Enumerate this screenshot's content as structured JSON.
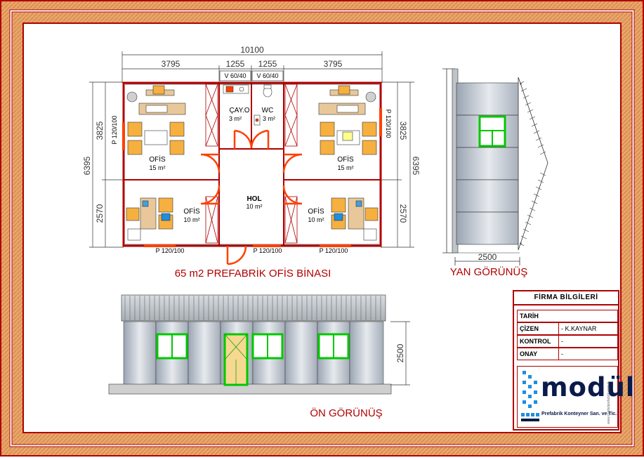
{
  "plan": {
    "total_width": "10100",
    "seg_left": "3795",
    "seg_mid_left": "1255",
    "seg_mid_right": "1255",
    "seg_right": "3795",
    "vent_left": "V 60/40",
    "vent_right": "V 60/40",
    "height_total_left": "6395",
    "height_total_right": "6395",
    "height_top_left": "3825",
    "height_top_right": "3825",
    "height_bottom_left": "2570",
    "height_bottom_right": "2570",
    "window_left": "P 120/100",
    "window_right": "P 120/100",
    "window_bottom_left": "P 120/100",
    "window_bottom_mid": "P 120/100",
    "window_bottom_right": "P 120/100",
    "rooms": {
      "cay_name": "ÇAY.O",
      "cay_area": "3 m²",
      "wc_name": "WC",
      "wc_area": "3 m²",
      "ofis_tl_name": "OFİS",
      "ofis_tl_area": "15 m²",
      "ofis_tr_name": "OFİS",
      "ofis_tr_area": "15 m²",
      "ofis_bl_name": "OFİS",
      "ofis_bl_area": "10 m²",
      "ofis_br_name": "OFİS",
      "ofis_br_area": "10 m²",
      "hol_name": "HOL",
      "hol_area": "10 m²"
    },
    "title": "65 m2 PREFABRİK OFİS BİNASI"
  },
  "side_view": {
    "width_label": "2500",
    "title": "YAN GÖRÜNÜŞ"
  },
  "front_view": {
    "height_label": "2500",
    "title": "ÖN GÖRÜNÜŞ"
  },
  "title_block": {
    "header": "FİRMA BİLGİLERİ",
    "rows": [
      {
        "key": "TARİH",
        "value": ""
      },
      {
        "key": "ÇİZEN",
        "value": "- K.KAYNAR"
      },
      {
        "key": "KONTROL",
        "value": "-"
      },
      {
        "key": "ONAY",
        "value": "-"
      }
    ],
    "logo_word": "modül",
    "logo_sub": "Prefabrik Konteyner San. ve Tic.",
    "logo_url": "www.modulprefabrik.com.tr"
  },
  "colors": {
    "frame_wood": "#e8a868",
    "frame_red": "#b00000",
    "wall_red": "#b00000",
    "door_orange": "#ff4000",
    "window_green": "#00c800",
    "logo_blue": "#1e8ee0"
  }
}
